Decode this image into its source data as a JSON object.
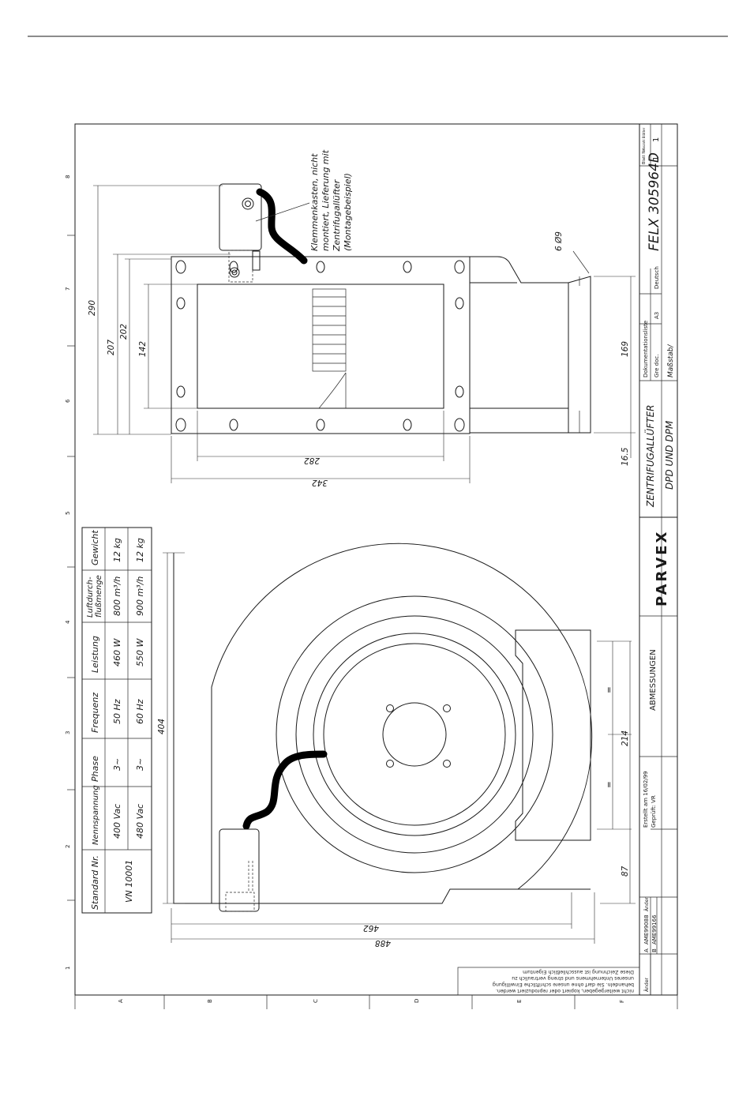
{
  "document": {
    "drawing_number": "FELX 305964D",
    "company": "PARVEX",
    "sheet_label": "Blatt Nr.",
    "sheet_count_label": "Anzahl Blätter",
    "sheet": "1",
    "sheet_count": "1"
  },
  "title_block": {
    "title_line1": "ZENTRIFUGALLÜFTER",
    "title_line2": "DPD UND DPM",
    "subject": "ABMESSUNGEN",
    "doc_list_label": "Dokumentationsliste",
    "format_label": "Gre doc.",
    "format": "A3",
    "language": "Deutsch",
    "scale_label": "Maßstab/",
    "created": "Erstellt am 16/02/99",
    "checked": "Geprüft: VR",
    "change_label": "Änder",
    "revisions": [
      {
        "rev": "A",
        "ref": "AME99088"
      },
      {
        "rev": "B",
        "ref": "AME99166"
      }
    ],
    "copyright_line1": "Diese Zeichnung ist ausschließlich Eigentum",
    "copyright_line2": "unseres Unternehmens und streng vertraulich zu",
    "copyright_line3": "behandeln. Sie darf ohne unsere schriftliche Einwilligung",
    "copyright_line4": "nicht weitergegeben, kopiert oder reproduziert werden."
  },
  "table": {
    "headers": [
      "Standard Nr.",
      "Nennspannung",
      "Phase",
      "Frequenz",
      "Leistung",
      "Luftdurch-\nflußmenge",
      "Gewicht"
    ],
    "standard_nr": "VN 10001",
    "rows": [
      [
        "400 Vac",
        "3~",
        "50 Hz",
        "460 W",
        "800 m³/h",
        "12 kg"
      ],
      [
        "480 Vac",
        "3~",
        "60 Hz",
        "550 W",
        "900 m³/h",
        "12 kg"
      ]
    ]
  },
  "annotations": {
    "terminal_box_line1": "Klemmenkasten, nicht",
    "terminal_box_line2": "montiert, Lieferung mit",
    "terminal_box_line3": "Zentrifugallüfter",
    "terminal_box_line4": "(Montagebeispiel)",
    "holes": "6 Ø9"
  },
  "dimensions": {
    "side": [
      "290",
      "207",
      "202",
      "142",
      "282",
      "342",
      "169",
      "16.5"
    ],
    "front": [
      "404",
      "462",
      "488",
      "214",
      "87",
      "=",
      "="
    ]
  },
  "grid": {
    "numbers": [
      "8",
      "7",
      "6",
      "5",
      "4",
      "3",
      "2",
      "1"
    ],
    "letters": [
      "A",
      "B",
      "C",
      "D",
      "E",
      "F"
    ]
  }
}
